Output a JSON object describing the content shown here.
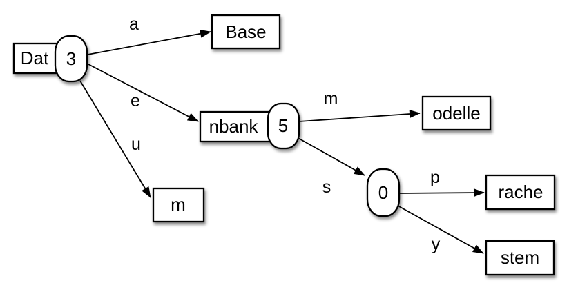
{
  "diagram": {
    "colors": {
      "background": "#ffffff",
      "node_fill": "#ffffff",
      "stroke": "#000000"
    },
    "tree": {
      "root": {
        "prefix": "Dat",
        "count": "3",
        "children": [
          {
            "edge_label": "a",
            "node": {
              "prefix": "Base"
            }
          },
          {
            "edge_label": "e",
            "node": {
              "prefix": "nbank",
              "count": "5",
              "children": [
                {
                  "edge_label": "m",
                  "node": {
                    "prefix": "odelle"
                  }
                },
                {
                  "edge_label": "s",
                  "node": {
                    "count": "0",
                    "children": [
                      {
                        "edge_label": "p",
                        "node": {
                          "prefix": "rache"
                        }
                      },
                      {
                        "edge_label": "y",
                        "node": {
                          "prefix": "stem"
                        }
                      }
                    ]
                  }
                }
              ]
            }
          },
          {
            "edge_label": "u",
            "node": {
              "prefix": "m"
            }
          }
        ]
      }
    }
  }
}
